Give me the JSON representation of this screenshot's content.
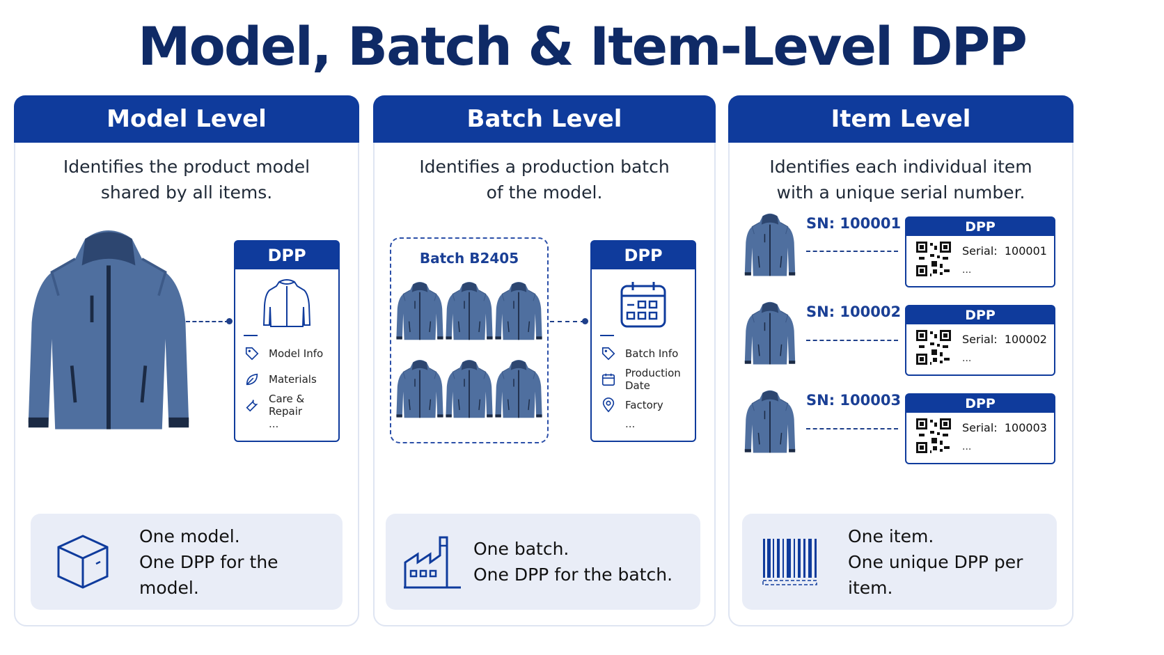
{
  "title": "Model, Batch & Item-Level DPP",
  "colors": {
    "primary": "#0f3b9c",
    "title": "#0f2a66",
    "jacket": "#4f6f9f",
    "footer_bg": "#e9edf7"
  },
  "model": {
    "header": "Model Level",
    "description": "Identifies the product model\nshared by all items.",
    "dpp": {
      "title": "DPP",
      "icon": "jacket-outline-icon",
      "items": [
        {
          "label": "Model Info",
          "icon": "tag-icon"
        },
        {
          "label": "Materials",
          "icon": "leaf-icon"
        },
        {
          "label": "Care & Repair",
          "icon": "wrench-icon"
        }
      ],
      "more": "..."
    },
    "footer": {
      "icon": "box-icon",
      "text": "One model.\nOne DPP for the model."
    }
  },
  "batch": {
    "header": "Batch Level",
    "description": "Identifies a production batch\nof the model.",
    "batch_label": "Batch B2405",
    "jacket_count": 6,
    "dpp": {
      "title": "DPP",
      "icon": "calendar-icon",
      "items": [
        {
          "label": "Batch Info",
          "icon": "tag-icon"
        },
        {
          "label": "Production Date",
          "icon": "calendar-icon"
        },
        {
          "label": "Factory",
          "icon": "location-pin-icon"
        }
      ],
      "more": "..."
    },
    "footer": {
      "icon": "factory-icon",
      "text": "One batch.\nOne DPP for the batch."
    }
  },
  "item": {
    "header": "Item Level",
    "description": "Identifies each individual item\nwith a unique serial number.",
    "items": [
      {
        "sn": "SN: 100001",
        "dpp_title": "DPP",
        "serial_label": "Serial:",
        "serial": "100001",
        "more": "..."
      },
      {
        "sn": "SN: 100002",
        "dpp_title": "DPP",
        "serial_label": "Serial:",
        "serial": "100002",
        "more": "..."
      },
      {
        "sn": "SN: 100003",
        "dpp_title": "DPP",
        "serial_label": "Serial:",
        "serial": "100003",
        "more": "..."
      }
    ],
    "footer": {
      "icon": "barcode-icon",
      "text": "One item.\nOne unique DPP per item."
    }
  }
}
